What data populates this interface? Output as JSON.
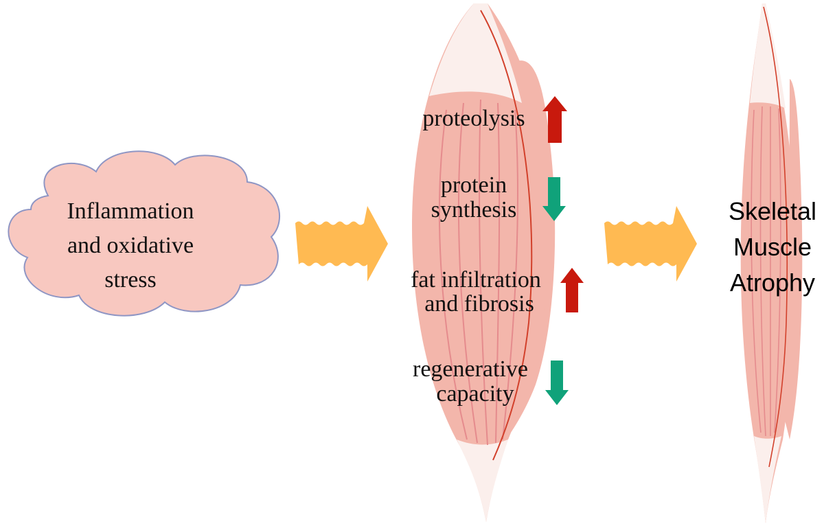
{
  "colors": {
    "cloud_fill": "#f8c8c0",
    "cloud_stroke": "#8f96c4",
    "wavy_arrow": "#ffba52",
    "muscle_fill": "#f3b6ab",
    "muscle_fiber": "#e58b8d",
    "muscle_fiber_dark": "#d2402b",
    "tendon": "#fbefec",
    "up_arrow": "#c8190d",
    "down_arrow": "#10a27a"
  },
  "cause": {
    "line1": "Inflammation",
    "line2": "and oxidative",
    "line3": "stress"
  },
  "effects": [
    {
      "line1": "proteolysis",
      "line2": "",
      "direction": "up",
      "icon": "up-arrow-icon"
    },
    {
      "line1": "protein",
      "line2": "synthesis",
      "direction": "down",
      "icon": "down-arrow-icon"
    },
    {
      "line1": "fat infiltration",
      "line2": "and fibrosis",
      "direction": "up",
      "icon": "up-arrow-icon"
    },
    {
      "line1": "regenerative",
      "line2": "capacity",
      "direction": "down",
      "icon": "down-arrow-icon"
    }
  ],
  "outcome": {
    "line1": "Skeletal",
    "line2": "Muscle",
    "line3": "Atrophy"
  }
}
